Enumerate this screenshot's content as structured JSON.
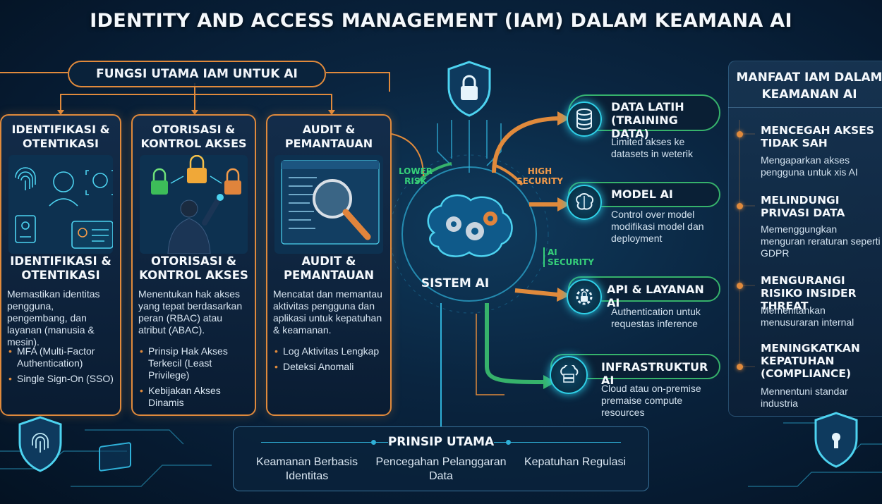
{
  "title": "IDENTITY AND ACCESS MANAGEMENT (IAM) DALAM KEAMANA AI",
  "fungsi_header": "FUNGSI UTAMA IAM UNTUK AI",
  "cards": [
    {
      "heading": "IDENTIFIKASI & OTENTIKASI",
      "subheading": "IDENTIFIKASI & OTENTIKASI",
      "description": "Memastikan identitas pengguna, pengembang, dan layanan (manusia & mesin).",
      "items": [
        "MFA (Multi-Factor Authentication)",
        "Single Sign-On (SSO)"
      ]
    },
    {
      "heading": "OTORISASI & KONTROL AKSES",
      "subheading": "OTORISASI & KONTROL AKSES",
      "description": "Menentukan hak akses yang tepat berdasarkan peran (RBAC) atau atribut (ABAC).",
      "items": [
        "Prinsip Hak Akses Terkecil (Least Privilege)",
        "Kebijakan Akses Dinamis"
      ]
    },
    {
      "heading": "AUDIT & PEMANTAUAN",
      "subheading": "AUDIT & PEMANTAUAN",
      "description": "Mencatat dan memantau aktivitas pengguna dan aplikasi untuk kepatuhan & keamanan.",
      "items": [
        "Log Aktivitas Lengkap",
        "Deteksi Anomali"
      ]
    }
  ],
  "center": {
    "label": "SISTEM AI",
    "lower_risk": "LOWER RISK",
    "high_security": "HIGH SECURITY",
    "ai_security": "AI SECURITY"
  },
  "resources": [
    {
      "title": "DATA LATIH (TRAINING DATA)",
      "text": "Limited akses ke datasets in weterik",
      "icon": "database-icon"
    },
    {
      "title": "MODEL AI",
      "text": "Control over model modifikasi model dan deployment",
      "icon": "brain-icon"
    },
    {
      "title": "API & LAYANAN AI",
      "text": "Authentication untuk requestas inference",
      "icon": "gear-lock-icon"
    },
    {
      "title": "INFRASTRUKTUR AI",
      "text": "Cloud atau on-premise premaise compute resources",
      "icon": "cloud-server-icon"
    }
  ],
  "manfaat": {
    "header": "MANFAAT IAM DALAM KEAMANAN AI",
    "items": [
      {
        "title": "MENCEGAH AKSES TIDAK SAH",
        "text": "Mengaparkan akses pengguna untuk xis AI"
      },
      {
        "title": "MELINDUNGI PRIVASI DATA",
        "text": "Memenggungkan menguran reraturan seperti GDPR"
      },
      {
        "title": "MENGURANGI RISIKO INSIDER THREAT",
        "text": "Memenitankan menusuraran internal"
      },
      {
        "title": "MENINGKATKAN KEPATUHAN (COMPLIANCE)",
        "text": "Mennentuni standar industria"
      }
    ]
  },
  "prinsip": {
    "header": "PRINSIP UTAMA",
    "items": [
      "Keamanan Berbasis Identitas",
      "Pencegahan Pelanggaran Data",
      "Kepatuhan Regulasi"
    ]
  },
  "colors": {
    "accent_orange": "#e08a3c",
    "accent_green": "#36b26b",
    "accent_cyan": "#2fd0e8",
    "background": "#0a2540"
  }
}
